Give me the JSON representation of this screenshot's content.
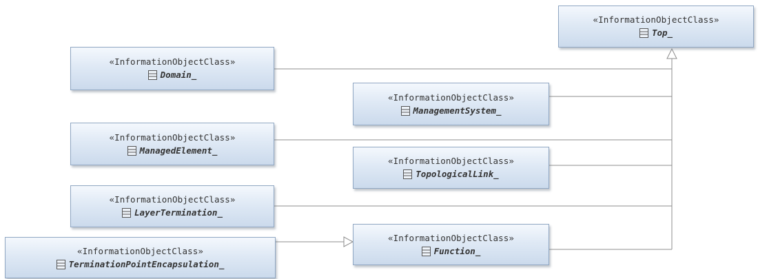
{
  "classes": {
    "top": {
      "stereotype": "«InformationObjectClass»",
      "name": "Top_"
    },
    "domain": {
      "stereotype": "«InformationObjectClass»",
      "name": "Domain_"
    },
    "management_system": {
      "stereotype": "«InformationObjectClass»",
      "name": "ManagementSystem_"
    },
    "managed_element": {
      "stereotype": "«InformationObjectClass»",
      "name": "ManagedElement_"
    },
    "topological_link": {
      "stereotype": "«InformationObjectClass»",
      "name": "TopologicalLink_"
    },
    "layer_termination": {
      "stereotype": "«InformationObjectClass»",
      "name": "LayerTermination_"
    },
    "termination_point_encapsulation": {
      "stereotype": "«InformationObjectClass»",
      "name": "TerminationPointEncapsulation_"
    },
    "function": {
      "stereotype": "«InformationObjectClass»",
      "name": "Function_"
    }
  },
  "colors": {
    "box_border": "#8fa6c2",
    "box_fill_top": "#f4f8fd",
    "box_fill_bottom": "#cbdaec",
    "connector": "#8c8c8c"
  }
}
